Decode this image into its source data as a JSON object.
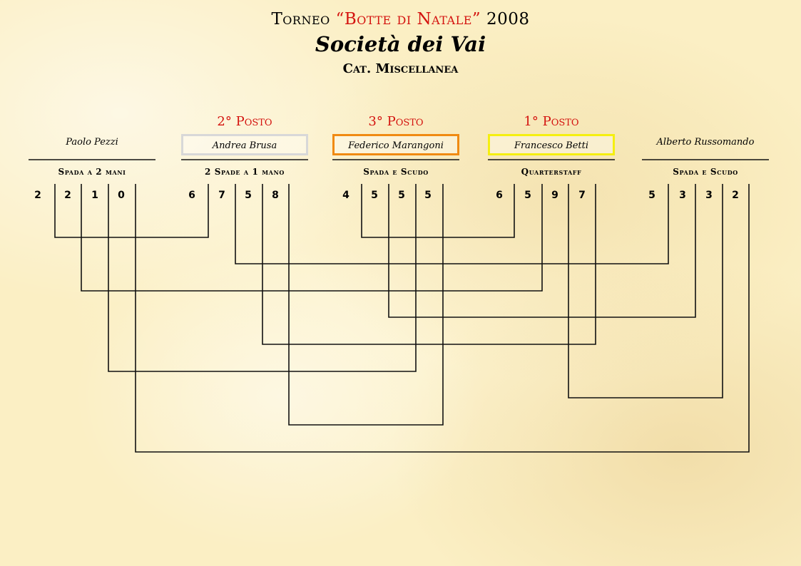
{
  "header": {
    "title_prefix": "Torneo ",
    "title_highlight": "“Botte di Natale”",
    "title_suffix": " 2008",
    "society": "Società dei Vai",
    "category": "Cat. Miscellanea"
  },
  "fencers": [
    {
      "name": "Paolo Pezzi",
      "weapon": "Spada a 2 mani",
      "placement": "",
      "box_color": "",
      "scores": [
        "2",
        "2",
        "1",
        "0"
      ]
    },
    {
      "name": "Andrea Brusa",
      "weapon": "2 Spade a 1 mano",
      "placement": "2° Posto",
      "box_color": "#d8d8d8",
      "scores": [
        "6",
        "7",
        "5",
        "8"
      ]
    },
    {
      "name": "Federico Marangoni",
      "weapon": "Spada e Scudo",
      "placement": "3° Posto",
      "box_color": "#f08a12",
      "scores": [
        "4",
        "5",
        "5",
        "5"
      ]
    },
    {
      "name": "Francesco Betti",
      "weapon": "Quarterstaff",
      "placement": "1° Posto",
      "box_color": "#f5ef10",
      "scores": [
        "6",
        "5",
        "9",
        "7"
      ]
    },
    {
      "name": "Alberto Russomando",
      "weapon": "Spada e Scudo",
      "placement": "",
      "box_color": "",
      "scores": [
        "5",
        "3",
        "3",
        "2"
      ]
    }
  ],
  "bouts": [
    {
      "a": [
        0,
        0
      ],
      "b": [
        1,
        0
      ]
    },
    {
      "a": [
        1,
        1
      ],
      "b": [
        4,
        0
      ]
    },
    {
      "a": [
        0,
        1
      ],
      "b": [
        3,
        1
      ]
    },
    {
      "a": [
        2,
        1
      ],
      "b": [
        4,
        1
      ]
    },
    {
      "a": [
        1,
        2
      ],
      "b": [
        3,
        3
      ]
    },
    {
      "a": [
        0,
        2
      ],
      "b": [
        2,
        2
      ]
    },
    {
      "a": [
        3,
        2
      ],
      "b": [
        4,
        2
      ]
    },
    {
      "a": [
        1,
        3
      ],
      "b": [
        2,
        3
      ]
    },
    {
      "a": [
        0,
        3
      ],
      "b": [
        4,
        3
      ]
    },
    {
      "a": [
        2,
        0
      ],
      "b": [
        3,
        0
      ]
    }
  ]
}
